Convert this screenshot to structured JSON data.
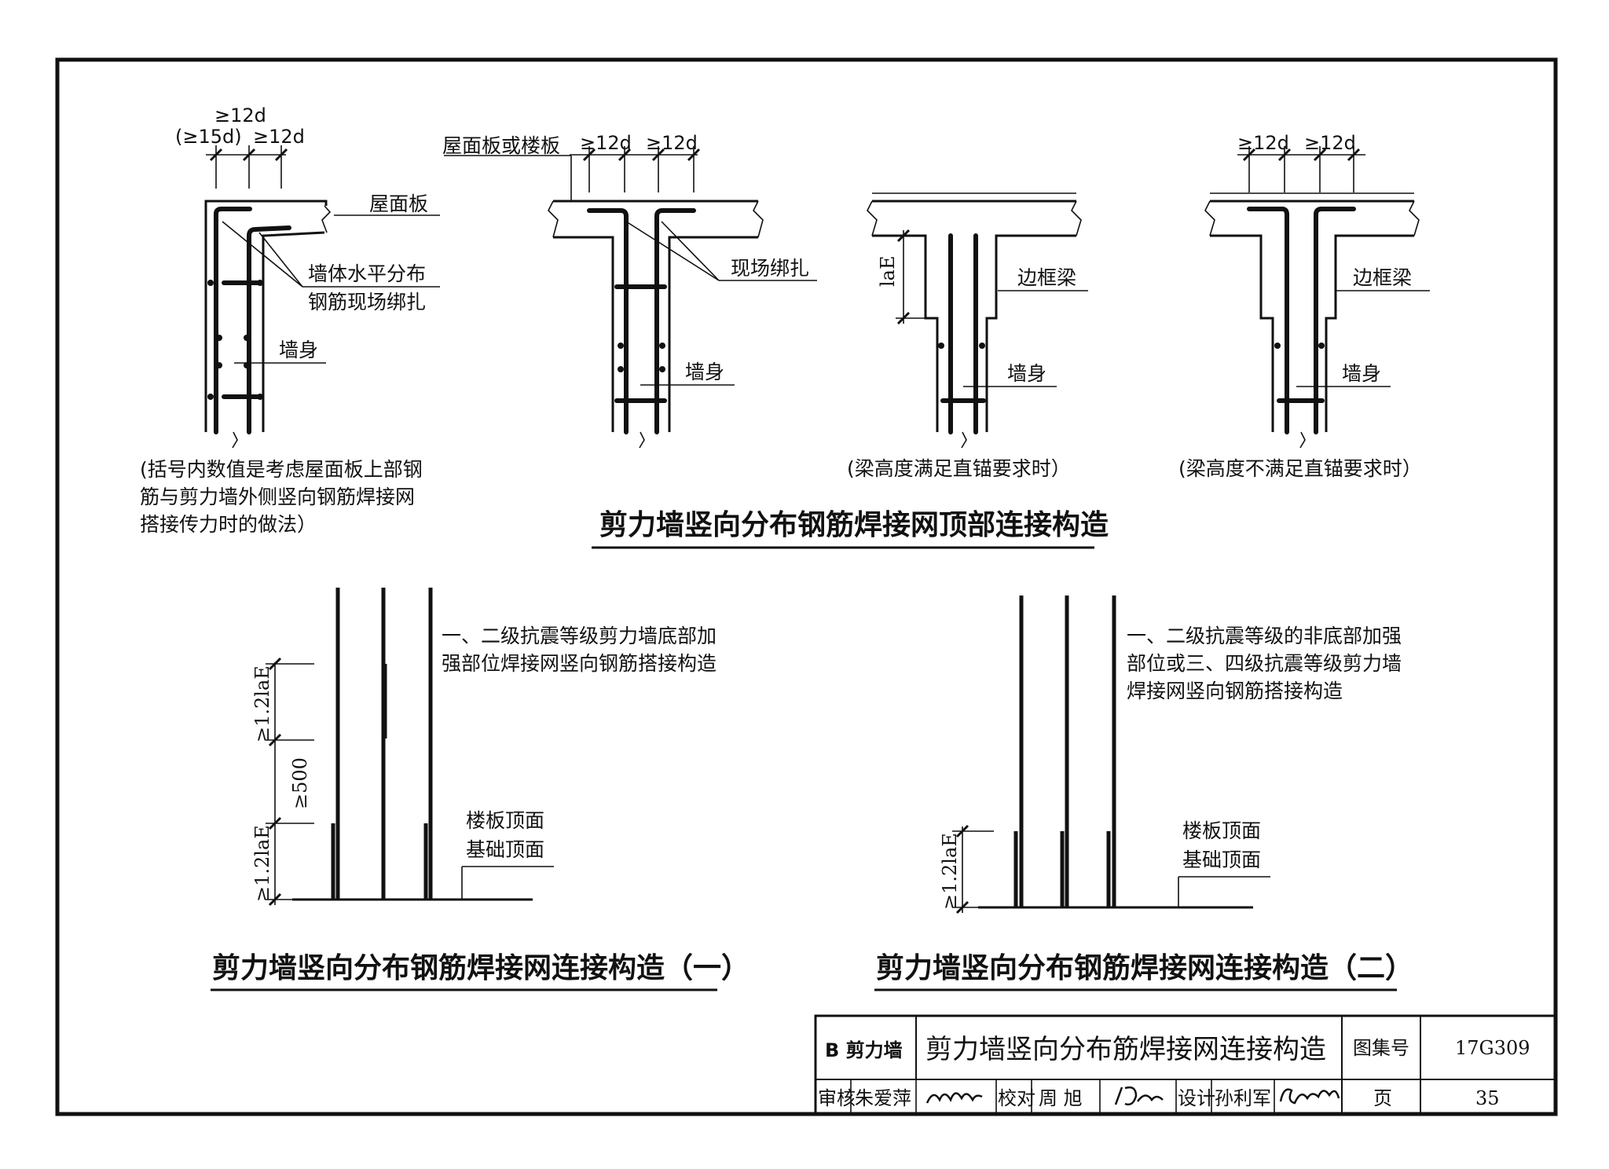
{
  "frame": {
    "color": "#111111"
  },
  "top_section": {
    "title": "剪力墙竖向分布钢筋焊接网顶部连接构造",
    "detail1": {
      "dim_a": "≥12d",
      "dim_a_alt": "(≥15d)",
      "dim_b": "≥12d",
      "label_roof": "屋面板",
      "label_bind_1": "墙体水平分布",
      "label_bind_2": "钢筋现场绑扎",
      "label_wall": "墙身",
      "note_1": "(括号内数值是考虑屋面板上部钢",
      "note_2": "筋与剪力墙外侧竖向钢筋焊接网",
      "note_3": "搭接传力时的做法）"
    },
    "detail2": {
      "label_slab": "屋面板或楼板",
      "dim_a": "≥12d",
      "dim_b": "≥12d",
      "label_bind": "现场绑扎",
      "label_wall": "墙身"
    },
    "detail3": {
      "dim_lae": "laE",
      "label_beam": "边框梁",
      "label_wall": "墙身",
      "caption": "(梁高度满足直锚要求时）"
    },
    "detail4": {
      "dim_a": "≥12d",
      "dim_b": "≥12d",
      "label_beam": "边框梁",
      "label_wall": "墙身",
      "caption": "(梁高度不满足直锚要求时）"
    }
  },
  "bottom_left": {
    "title": "剪力墙竖向分布钢筋焊接网连接构造（一）",
    "note_1": "一、二级抗震等级剪力墙底部加",
    "note_2": "强部位焊接网竖向钢筋搭接构造",
    "dim_lap_top": "≥1.2laE",
    "dim_gap": "≥500",
    "dim_lap_bottom": "≥1.2laE",
    "label_floor": "楼板顶面",
    "label_found": "基础顶面"
  },
  "bottom_right": {
    "title": "剪力墙竖向分布钢筋焊接网连接构造（二）",
    "note_1": "一、二级抗震等级的非底部加强",
    "note_2": "部位或三、四级抗震等级剪力墙",
    "note_3": "焊接网竖向钢筋搭接构造",
    "dim_lap": "≥1.2laE",
    "label_floor": "楼板顶面",
    "label_found": "基础顶面"
  },
  "title_block": {
    "section": "B 剪力墙",
    "drawing_title": "剪力墙竖向分布筋焊接网连接构造",
    "atlas_label": "图集号",
    "atlas_no": "17G309",
    "review_label": "审核",
    "reviewer": "朱爱萍",
    "check_label": "校对",
    "checker": "周 旭",
    "design_label": "设计",
    "designer": "孙利军",
    "page_label": "页",
    "page_no": "35"
  }
}
